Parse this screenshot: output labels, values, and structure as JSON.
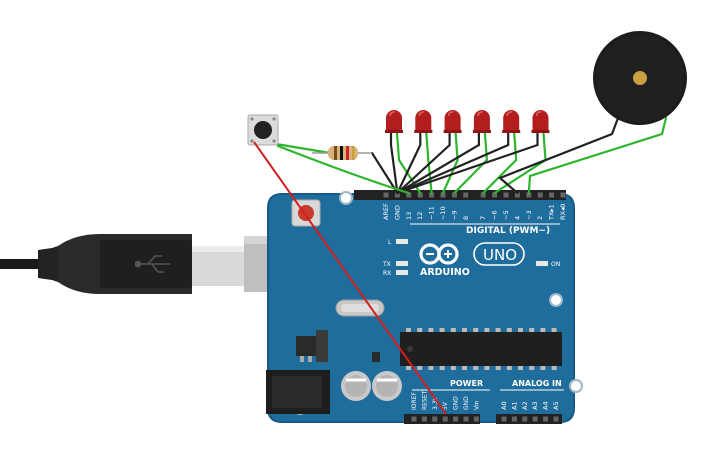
{
  "board": {
    "brand": "ARDUINO",
    "model": "UNO",
    "digital_header_title": "DIGITAL (PWM~)",
    "power_header_title": "POWER",
    "analog_header_title": "ANALOG IN",
    "led_l": "L",
    "led_tx": "TX",
    "led_rx": "RX",
    "led_on": "ON",
    "digital_pins": [
      "AREF",
      "GND",
      "13",
      "12",
      "~11",
      "~10",
      "~9",
      "8",
      "7",
      "~6",
      "~5",
      "4",
      "~3",
      "2",
      "TX▸1",
      "RX◂0"
    ],
    "power_pins": [
      "IOREF",
      "RESET",
      "3.3V",
      "5V",
      "GND",
      "GND",
      "Vin"
    ],
    "analog_pins": [
      "A0",
      "A1",
      "A2",
      "A3",
      "A4",
      "A5"
    ]
  },
  "components": {
    "leds": {
      "count": 6,
      "color": "#b31d1d"
    },
    "buzzer": {
      "body_color": "#1c1c1c",
      "center_color": "#c8a040"
    },
    "resistor": {
      "color": "#d6b47c"
    },
    "push_button": {
      "cap_color": "#222222"
    },
    "usb_cable": {
      "color": "#222222"
    }
  },
  "wires": {
    "signal_color": "#2db52d",
    "ground_color": "#222222",
    "power_color": "#d21f1f"
  },
  "colors": {
    "board": "#1f6d9c",
    "board_edge": "#175a82",
    "header": "#222222",
    "chip": "#1f1f1f"
  }
}
